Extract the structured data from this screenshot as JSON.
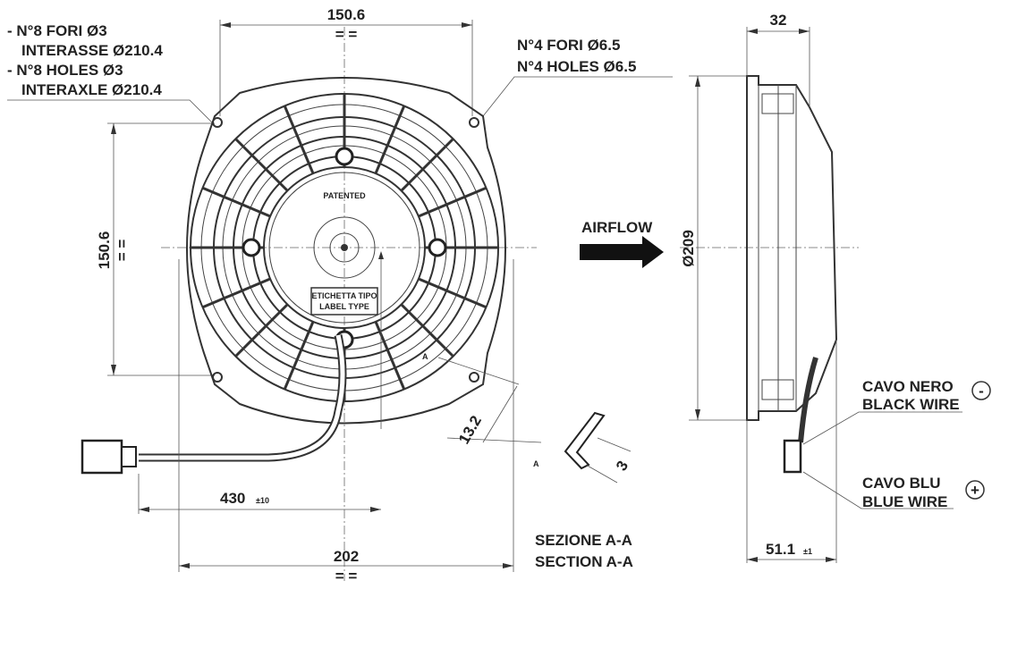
{
  "holes_note": {
    "line1": "- N°8 FORI Ø3",
    "line2": "INTERASSE Ø210.4",
    "line3": "- N°8 HOLES Ø3",
    "line4": "INTERAXLE Ø210.4"
  },
  "mount_holes_note": {
    "line1": "N°4 FORI Ø6.5",
    "line2": "N°4 HOLES Ø6.5"
  },
  "dims": {
    "top_width": "150.6",
    "left_height": "150.6",
    "overall_width": "202",
    "cable_length": "430",
    "cable_tol": "±10",
    "offset": "13.2",
    "section_thickness": "3",
    "depth": "32",
    "diameter": "Ø209",
    "total_depth": "51.1",
    "total_depth_tol": "±1"
  },
  "equal_mark": "= =",
  "hub": {
    "patented": "PATENTED",
    "label_line1": "ETICHETTA TIPO",
    "label_line2": "LABEL TYPE"
  },
  "airflow": "AIRFLOW",
  "section_mark": "A",
  "section_note": {
    "line1": "SEZIONE A-A",
    "line2": "SECTION A-A"
  },
  "wires": {
    "black_it": "CAVO NERO",
    "black_en": "BLACK WIRE",
    "black_sign": "-",
    "blue_it": "CAVO BLU",
    "blue_en": "BLUE WIRE",
    "blue_sign": "+"
  }
}
